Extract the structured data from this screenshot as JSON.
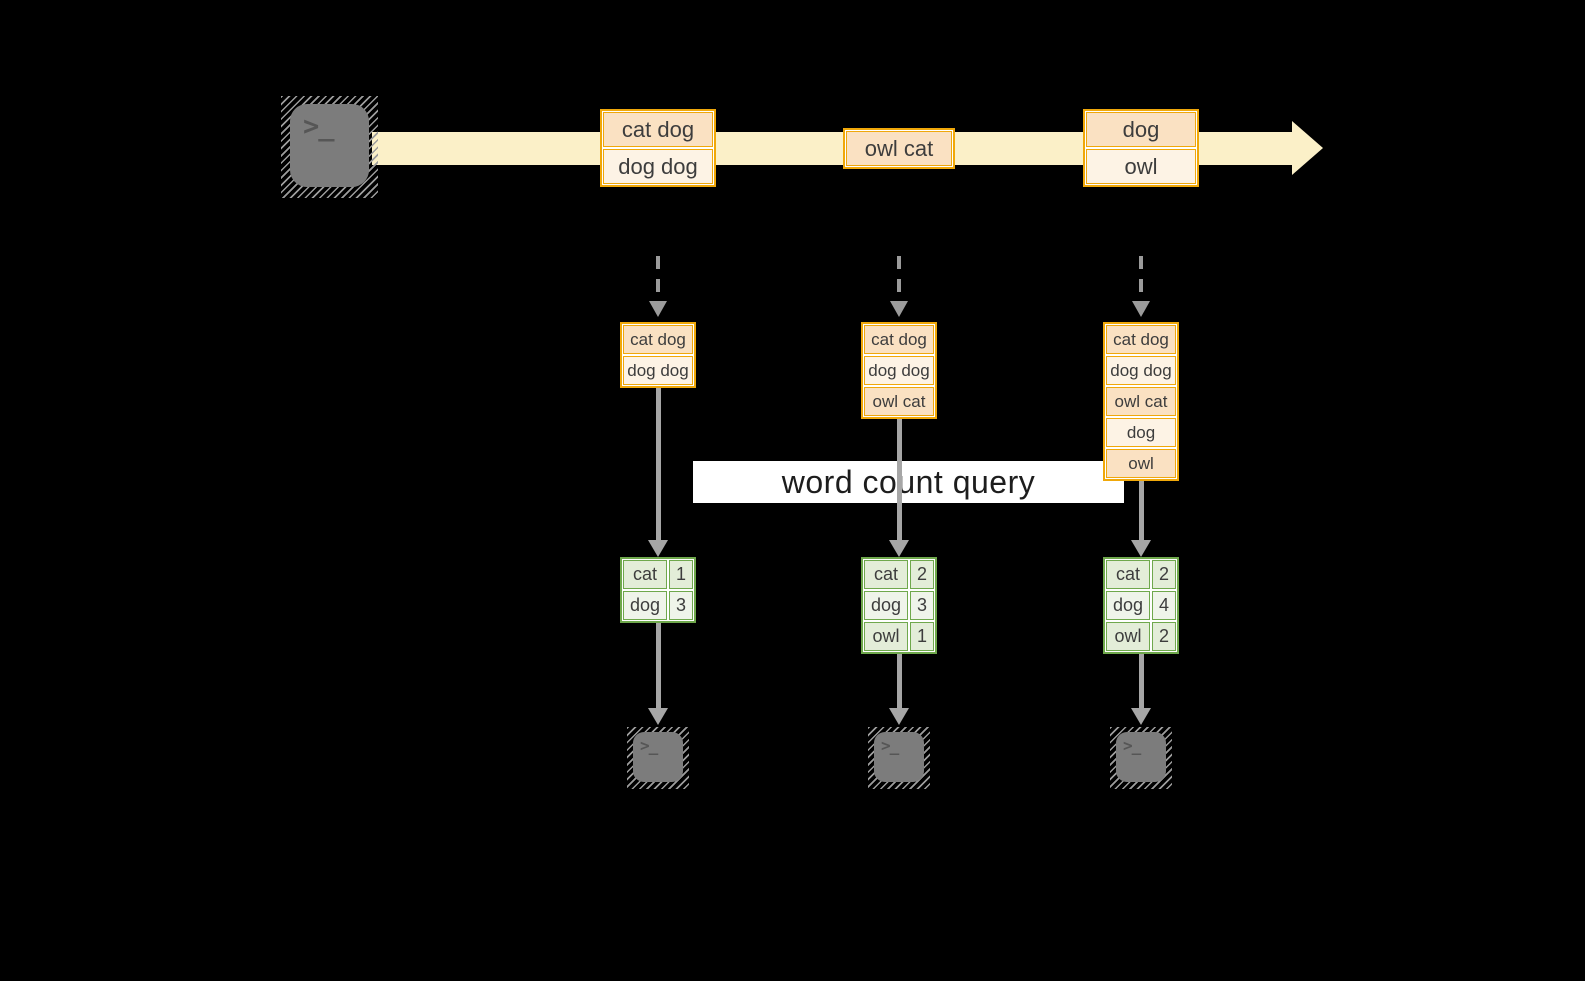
{
  "colors": {
    "accent_gold": "#F0A80A",
    "fill_peach": "#FAE1C2",
    "fill_cream": "#FDF3E5",
    "accent_green": "#6FA84C",
    "fill_green_dark": "#E3EDD8",
    "fill_green_light": "#EFF4EA",
    "stream_yellow": "#FBF0C8",
    "terminal_gray": "#7C7C7C",
    "background": "#000000"
  },
  "icons": {
    "terminal_prompt": ">_"
  },
  "stream": {
    "batches": [
      {
        "lines": [
          "cat dog",
          "dog dog"
        ]
      },
      {
        "lines": [
          "owl cat"
        ]
      },
      {
        "lines": [
          "dog",
          "owl"
        ]
      }
    ]
  },
  "unbounded": [
    {
      "rows": [
        "cat dog",
        "dog dog"
      ]
    },
    {
      "rows": [
        "cat dog",
        "dog dog",
        "owl cat"
      ]
    },
    {
      "rows": [
        "cat dog",
        "dog dog",
        "owl cat",
        "dog",
        "owl"
      ]
    }
  ],
  "query": {
    "label": "word count query"
  },
  "results": [
    {
      "rows": [
        {
          "word": "cat",
          "count": "1"
        },
        {
          "word": "dog",
          "count": "3"
        }
      ]
    },
    {
      "rows": [
        {
          "word": "cat",
          "count": "2"
        },
        {
          "word": "dog",
          "count": "3"
        },
        {
          "word": "owl",
          "count": "1"
        }
      ]
    },
    {
      "rows": [
        {
          "word": "cat",
          "count": "2"
        },
        {
          "word": "dog",
          "count": "4"
        },
        {
          "word": "owl",
          "count": "2"
        }
      ]
    }
  ]
}
